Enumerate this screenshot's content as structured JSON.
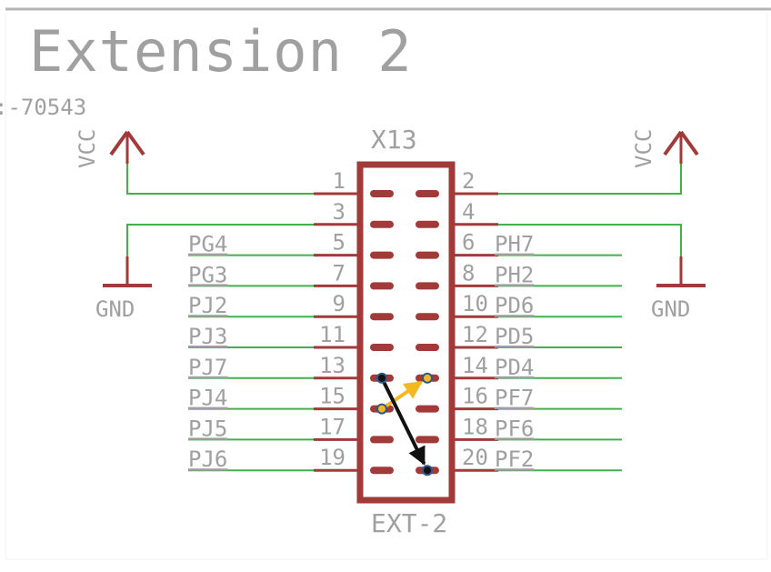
{
  "sheet": {
    "title": "Extension 2",
    "partial_label": ":-70543"
  },
  "connector": {
    "name": "X13",
    "value": "EXT-2",
    "left_pins": [
      {
        "num": "1",
        "net": ""
      },
      {
        "num": "3",
        "net": ""
      },
      {
        "num": "5",
        "net": "PG4"
      },
      {
        "num": "7",
        "net": "PG3"
      },
      {
        "num": "9",
        "net": "PJ2"
      },
      {
        "num": "11",
        "net": "PJ3"
      },
      {
        "num": "13",
        "net": "PJ7"
      },
      {
        "num": "15",
        "net": "PJ4"
      },
      {
        "num": "17",
        "net": "PJ5"
      },
      {
        "num": "19",
        "net": "PJ6"
      }
    ],
    "right_pins": [
      {
        "num": "2",
        "net": ""
      },
      {
        "num": "4",
        "net": ""
      },
      {
        "num": "6",
        "net": "PH7"
      },
      {
        "num": "8",
        "net": "PH2"
      },
      {
        "num": "10",
        "net": "PD6"
      },
      {
        "num": "12",
        "net": "PD5"
      },
      {
        "num": "14",
        "net": "PD4"
      },
      {
        "num": "16",
        "net": "PF7"
      },
      {
        "num": "18",
        "net": "PF6"
      },
      {
        "num": "20",
        "net": "PF2"
      }
    ]
  },
  "power": {
    "left_vcc": "VCC",
    "right_vcc": "VCC",
    "left_gnd": "GND",
    "right_gnd": "GND"
  },
  "annotations": {
    "black_arrow": {
      "from_pin": "13",
      "to_pin": "20",
      "color": "#111111"
    },
    "orange_arrow": {
      "from_pin": "15",
      "to_pin": "14",
      "color": "#f5b820"
    },
    "marker_fill_dark": "#111111",
    "marker_fill_yellow": "#f5b820",
    "marker_ring": "#2b5a8a"
  },
  "colors": {
    "symbol": "#a33a3a",
    "wire": "#43b04a",
    "text": "#a0a0a0",
    "frame": "#b4b4b4"
  }
}
